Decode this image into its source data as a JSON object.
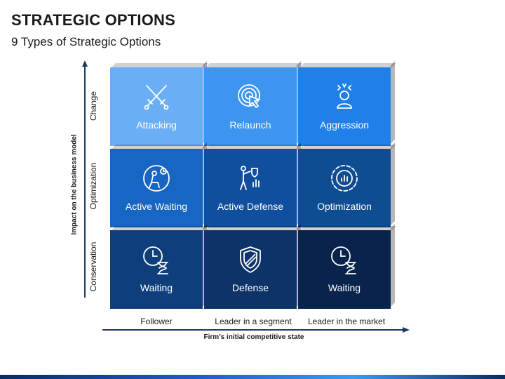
{
  "title": "STRATEGIC OPTIONS",
  "subtitle": "9 Types of Strategic Options",
  "y_axis": {
    "title": "Impact on the business model",
    "levels": [
      "Change",
      "Optimization",
      "Conservation"
    ]
  },
  "x_axis": {
    "title": "Firm’s initial competitive state",
    "levels": [
      "Follower",
      "Leader in a segment",
      "Leader in the market"
    ]
  },
  "matrix": [
    [
      {
        "label": "Attacking",
        "icon": "crossed-swords-icon",
        "color": "#6aaef5"
      },
      {
        "label": "Relaunch",
        "icon": "target-cursor-icon",
        "color": "#3d95ef"
      },
      {
        "label": "Aggression",
        "icon": "angry-person-icon",
        "color": "#1f80ea"
      }
    ],
    [
      {
        "label": "Active Waiting",
        "icon": "person-clock-icon",
        "color": "#1766c4"
      },
      {
        "label": "Active Defense",
        "icon": "person-shield-icon",
        "color": "#0f4f9e"
      },
      {
        "label": "Optimization",
        "icon": "gear-chart-icon",
        "color": "#0e4d92"
      }
    ],
    [
      {
        "label": "Waiting",
        "icon": "clock-hourglass-icon",
        "color": "#0e3f7a"
      },
      {
        "label": "Defense",
        "icon": "shield-icon",
        "color": "#0c3468"
      },
      {
        "label": "Waiting",
        "icon": "clock-hourglass-icon",
        "color": "#08244d"
      }
    ]
  ]
}
